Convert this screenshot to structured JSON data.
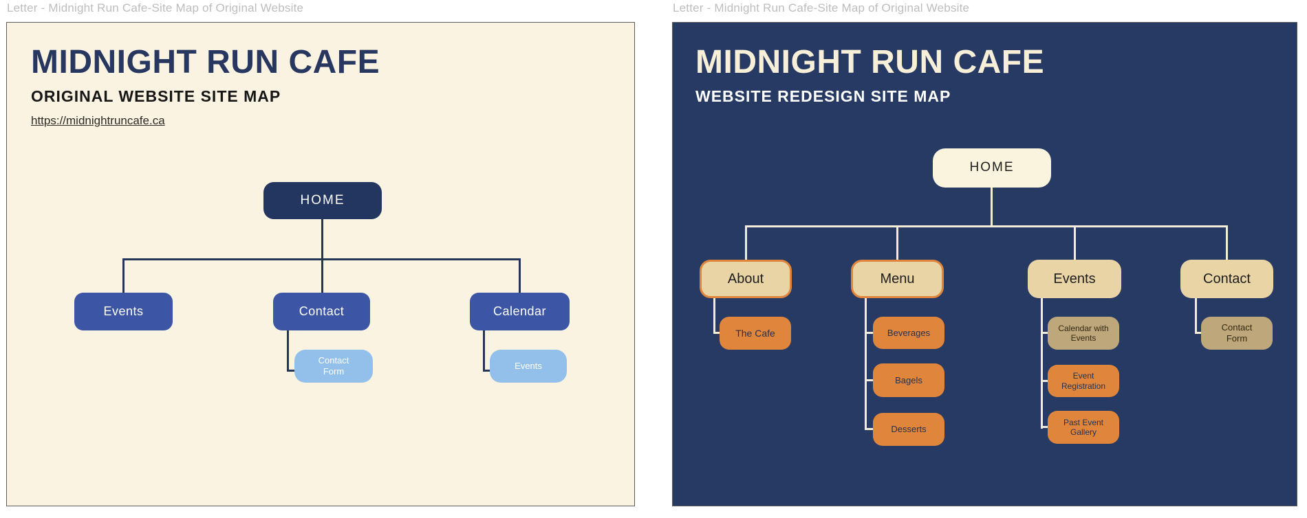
{
  "left": {
    "label": "Letter - Midnight Run Cafe-Site Map of Original Website",
    "title": "MIDNIGHT RUN CAFE",
    "subtitle": "ORIGINAL WEBSITE SITE MAP",
    "url": "https://midnightruncafe.ca",
    "tree": {
      "root": "HOME",
      "children": [
        {
          "label": "Events",
          "children": []
        },
        {
          "label": "Contact",
          "children": [
            {
              "label": "Contact Form"
            }
          ]
        },
        {
          "label": "Calendar",
          "children": [
            {
              "label": "Events"
            }
          ]
        }
      ]
    }
  },
  "right": {
    "label": "Letter - Midnight Run Cafe-Site Map of Original Website",
    "title": "MIDNIGHT RUN CAFE",
    "subtitle": "WEBSITE REDESIGN SITE MAP",
    "tree": {
      "root": "HOME",
      "children": [
        {
          "label": "About",
          "highlighted": true,
          "children": [
            {
              "label": "The Cafe",
              "variant": "orange"
            }
          ]
        },
        {
          "label": "Menu",
          "highlighted": true,
          "children": [
            {
              "label": "Beverages",
              "variant": "orange"
            },
            {
              "label": "Bagels",
              "variant": "orange"
            },
            {
              "label": "Desserts",
              "variant": "orange"
            }
          ]
        },
        {
          "label": "Events",
          "highlighted": false,
          "children": [
            {
              "label": "Calendar with Events",
              "variant": "khaki"
            },
            {
              "label": "Event Registration",
              "variant": "orange"
            },
            {
              "label": "Past Event Gallery",
              "variant": "orange"
            }
          ]
        },
        {
          "label": "Contact",
          "highlighted": false,
          "children": [
            {
              "label": "Contact Form",
              "variant": "khaki"
            }
          ]
        }
      ]
    }
  },
  "colors": {
    "page_bg": "#ffffff",
    "left_panel_bg": "#faf3e2",
    "right_panel_bg": "#263a64",
    "panel_border": "#5b5b5b",
    "artboard_label": "#bdbdbd",
    "left_title": "#27375f",
    "left_subtitle": "#161616",
    "link_text": "#2c2a25",
    "navy_box": "#22365f",
    "mid_blue_box": "#3c56a5",
    "light_blue_box": "#92c0ea",
    "left_connector": "#243656",
    "cream_box": "#faf3dd",
    "tan_box": "#e9d4a5",
    "orange": "#e0863c",
    "khaki_box": "#bfa77c",
    "right_connector": "#f5ecd7",
    "right_title": "#f8efd9",
    "right_subtitle": "#ffffff",
    "dark_text": "#1d1d1d",
    "child_text_dark": "#233052"
  }
}
